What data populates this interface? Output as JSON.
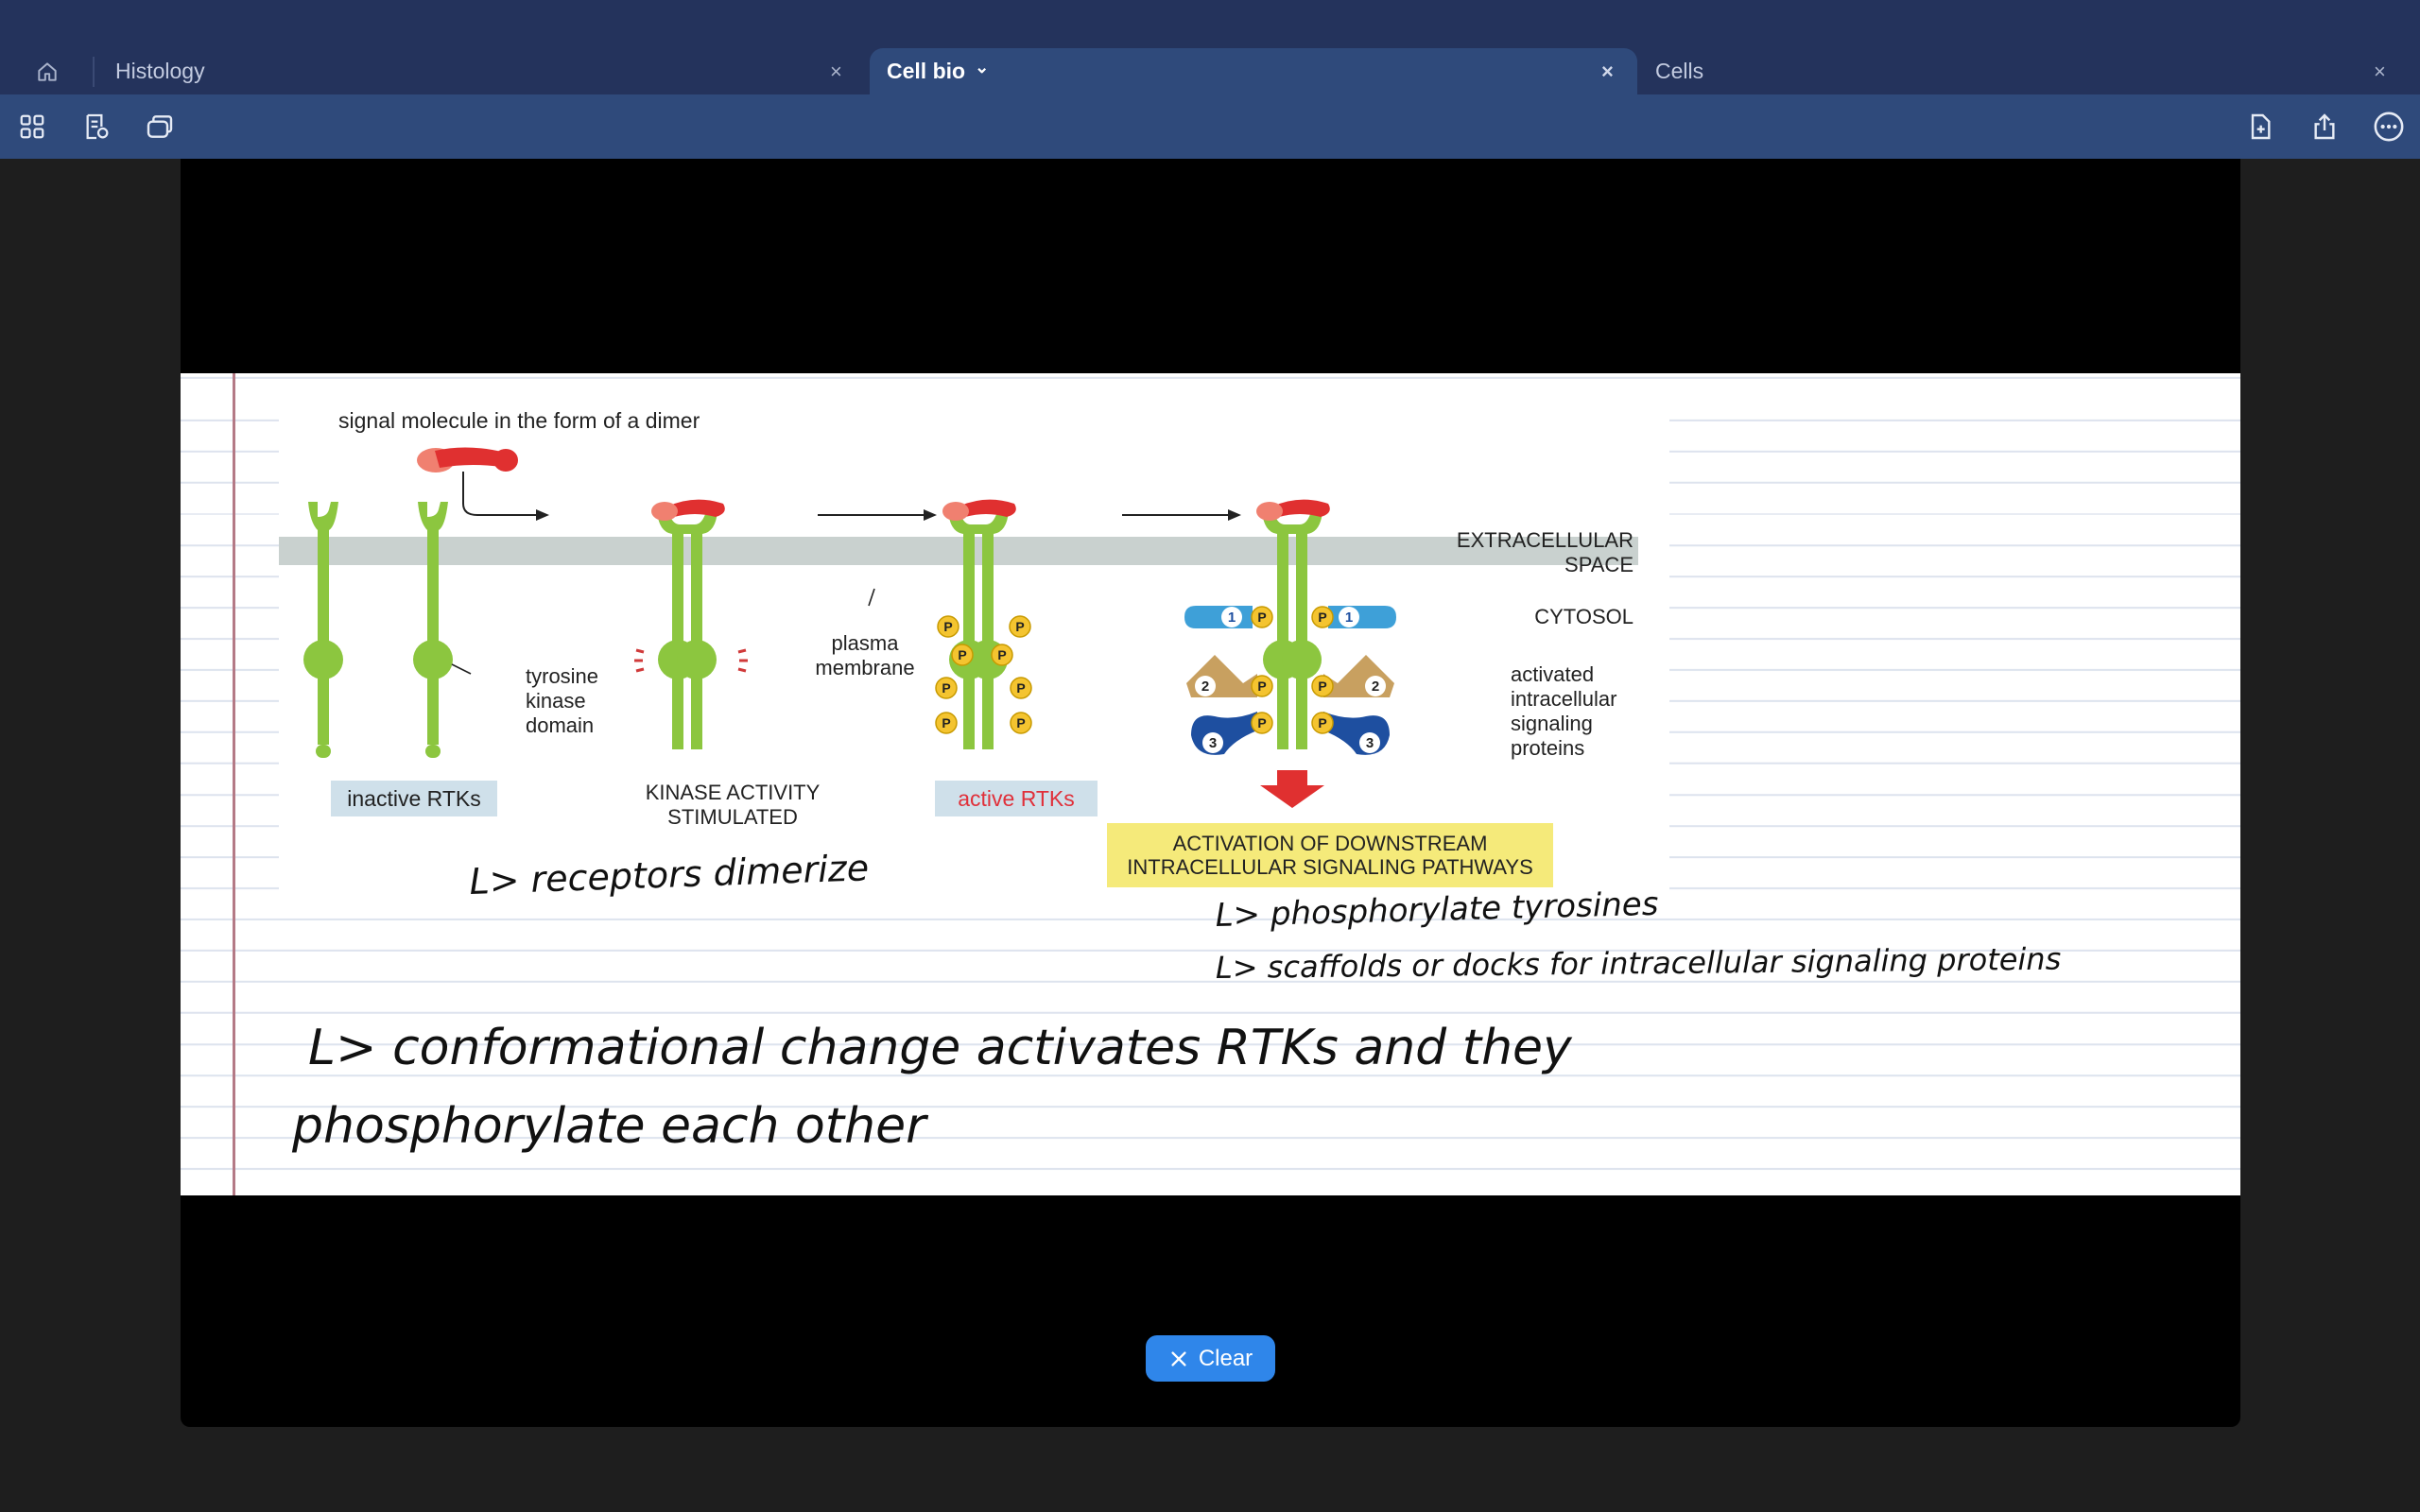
{
  "tabs": [
    {
      "label": "Histology",
      "close": "×"
    },
    {
      "label": "Cell bio",
      "close": "×",
      "chevron": "⌄",
      "active": true
    },
    {
      "label": "Cells",
      "close": "×"
    }
  ],
  "toolbar": {
    "left_icons": [
      "grid-icon",
      "note-settings-icon",
      "windows-icon"
    ],
    "right_icons": [
      "new-page-icon",
      "share-icon",
      "more-icon"
    ]
  },
  "figure": {
    "signal_label": "signal molecule in the form of a dimer",
    "tyrosine_label": [
      "tyrosine",
      "kinase",
      "domain"
    ],
    "plasma_label": [
      "plasma",
      "membrane"
    ],
    "extracellular": [
      "EXTRACELLULAR",
      "SPACE"
    ],
    "cytosol": "CYTOSOL",
    "activated_label": [
      "activated",
      "intracellular",
      "signaling",
      "proteins"
    ],
    "inactive_rtks": "inactive RTKs",
    "kinase_stimulated": [
      "KINASE ACTIVITY",
      "STIMULATED"
    ],
    "active_rtks": "active RTKs",
    "activation_box": [
      "ACTIVATION OF DOWNSTREAM",
      "INTRACELLULAR SIGNALING PATHWAYS"
    ],
    "p": "P",
    "num1": "1",
    "num2": "2",
    "num3": "3"
  },
  "notes": {
    "line1": "L> receptors dimerize",
    "line2": "L> phosphorylate tyrosines",
    "line3": "L> scaffolds or docks for intracellular signaling proteins",
    "line4": "L> conformational change activates RTKs and they",
    "line5": "phosphorylate each other"
  },
  "clear_button": {
    "label": "Clear",
    "icon": "close-icon"
  },
  "colors": {
    "tabbar": "#24335c",
    "toolbar": "#2f4a7b",
    "receptor_green": "#8cc63f",
    "signal_red": "#e03030",
    "membrane": "#c9d1cf",
    "button_blue": "#2f86ea",
    "highlight_yellow": "#f5ea7a"
  }
}
